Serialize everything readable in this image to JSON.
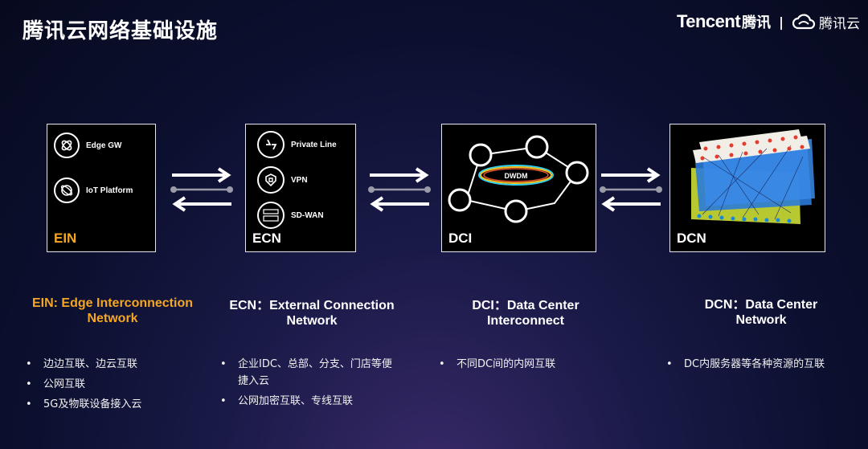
{
  "title": "腾讯云网络基础设施",
  "brand": {
    "tencent": "Tencent",
    "tencent_cn": "腾讯",
    "separator": "|",
    "cloud": "腾讯云"
  },
  "boxes": {
    "ein": {
      "label": "EIN",
      "items": [
        "Edge GW",
        "IoT Platform"
      ]
    },
    "ecn": {
      "label": "ECN",
      "items": [
        "Private Line",
        "VPN",
        "SD-WAN"
      ]
    },
    "dci": {
      "label": "DCI",
      "ring": "DWDM"
    },
    "dcn": {
      "label": "DCN"
    }
  },
  "columns": [
    {
      "heading": "EIN: Edge Interconnection Network",
      "color": "#f5a623",
      "bullets": [
        "边边互联、边云互联",
        "公网互联",
        "5G及物联设备接入云"
      ]
    },
    {
      "heading": "ECN：External Connection Network",
      "color": "#ffffff",
      "bullets": [
        "企业IDC、总部、分支、门店等便捷入云",
        "公网加密互联、专线互联"
      ]
    },
    {
      "heading": "DCI：Data Center Interconnect",
      "color": "#ffffff",
      "bullets": [
        "不同DC间的内网互联"
      ]
    },
    {
      "heading": "DCN：Data Center Network",
      "color": "#ffffff",
      "bullets": [
        "DC内服务器等各种资源的互联"
      ]
    }
  ],
  "colors": {
    "accent": "#f5a623",
    "box_border": "#e6e6f0"
  }
}
